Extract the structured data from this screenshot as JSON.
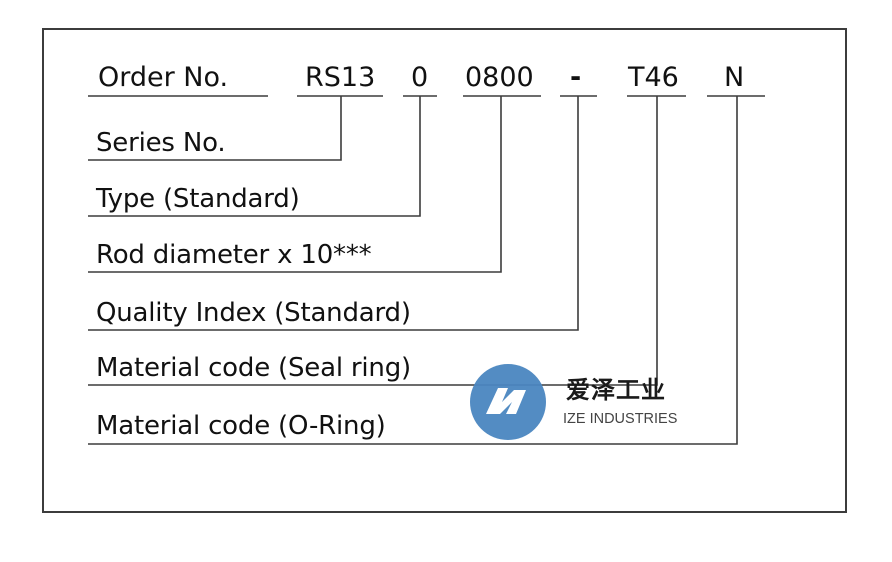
{
  "diagram": {
    "title_label": "Order No.",
    "code_segments": [
      {
        "id": "series",
        "code": "RS13"
      },
      {
        "id": "type",
        "code": "0"
      },
      {
        "id": "rod-diameter",
        "code": "0800"
      },
      {
        "id": "quality-index",
        "code": "-"
      },
      {
        "id": "seal-ring-material",
        "code": "T46"
      },
      {
        "id": "o-ring-material",
        "code": "N"
      }
    ],
    "labels": [
      "Series No.",
      "Type (Standard)",
      "Rod diameter x 10***",
      "Quality Index (Standard)",
      "Material code (Seal ring)",
      "Material code (O-Ring)"
    ]
  },
  "watermark": {
    "name_cn": "爱泽工业",
    "name_en": "IZE INDUSTRIES",
    "brand_color": "#4a86c0"
  },
  "colors": {
    "line": "#3c3c3c",
    "text": "#111111"
  }
}
